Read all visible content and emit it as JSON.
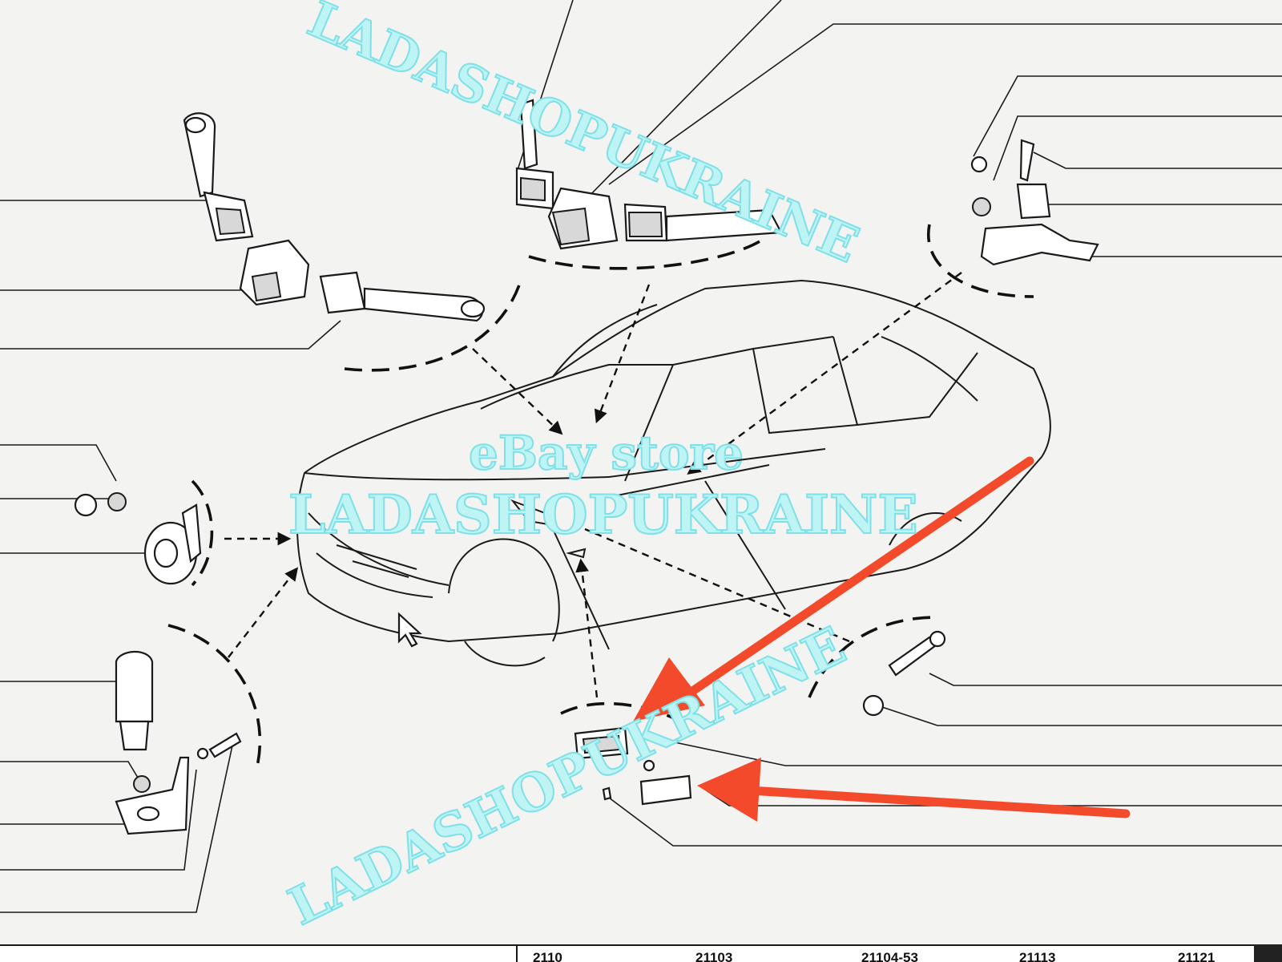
{
  "watermark": {
    "top": "LADASHOPUKRAINE",
    "middle_line1": "eBay store",
    "middle_line2": "LADASHOPUKRAINE",
    "bottom": "LADASHOPUKRAINE"
  },
  "footer": {
    "codes": [
      "2110",
      "21103",
      "21104-53",
      "21113",
      "21121"
    ]
  },
  "colors": {
    "background": "#f3f3f1",
    "line": "#1a1a1a",
    "arrow_accent": "#f24a2a",
    "watermark": "#bff4f4"
  }
}
